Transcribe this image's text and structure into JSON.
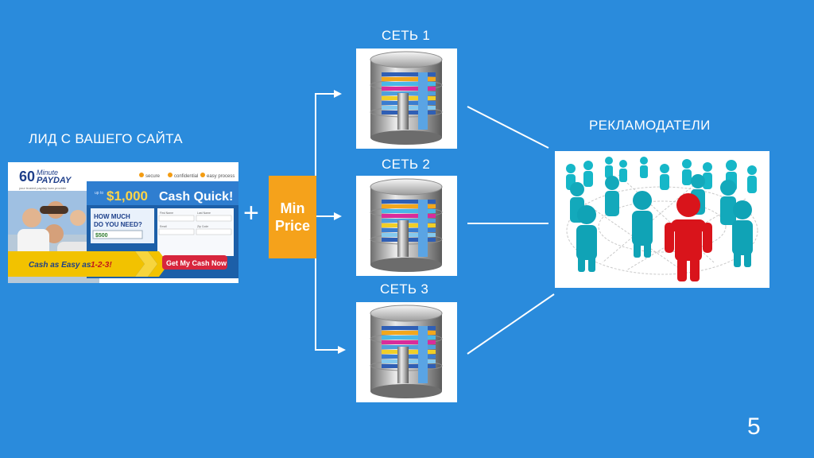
{
  "lead_label": "ЛИД С ВАШЕГО САЙТА",
  "plus_sign": "+",
  "min_price": {
    "line1": "Min",
    "line2": "Price"
  },
  "networks": [
    "СЕТЬ 1",
    "СЕТЬ 2",
    "СЕТЬ 3"
  ],
  "advertisers_label": "РЕКЛАМОДАТЕЛИ",
  "page_number": "5",
  "payday_ad": {
    "logo_number": "60",
    "logo_minute": "Minute",
    "logo_payday": "PAYDAY",
    "tagline": "your trusted payday loan provider",
    "features": [
      "secure",
      "confidential",
      "easy process"
    ],
    "up_to": "up to",
    "amount": "$1,000",
    "cash_quick": "Cash Quick!",
    "how_much_1": "HOW MUCH",
    "how_much_2": "DO YOU NEED?",
    "amount_value": "$500",
    "field_labels": [
      "First Name",
      "Last Name",
      "Email",
      "Zip Code"
    ],
    "slogan_prefix": "Cash as Easy as",
    "slogan_steps": "1-2-3!",
    "cta_button": "Get My Cash Now"
  },
  "colors": {
    "background": "#2a8bdc",
    "min_price": "#f5a21b",
    "leader": "#d9141b",
    "people": "#16b7c8"
  }
}
